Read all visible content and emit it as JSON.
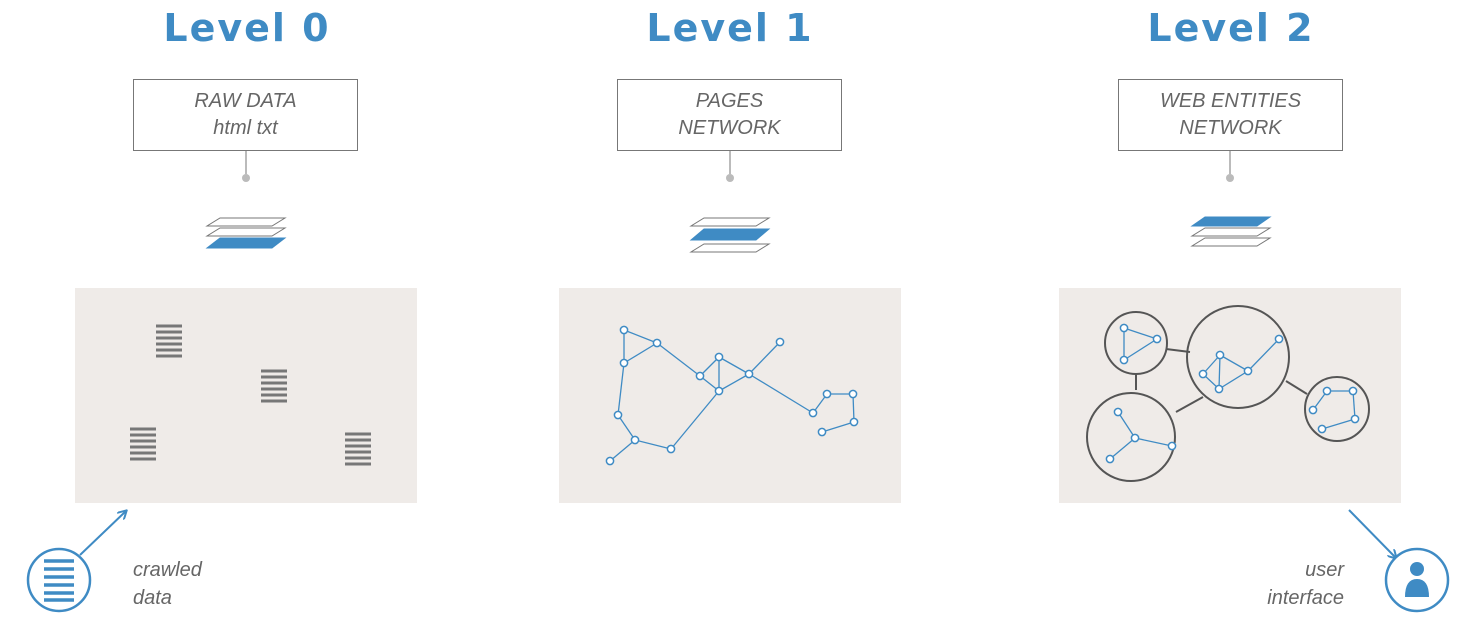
{
  "levels": [
    {
      "title": "Level 0",
      "box_lines": [
        "RAW DATA",
        "html txt"
      ],
      "highlight_layer": "bottom"
    },
    {
      "title": "Level 1",
      "box_lines": [
        "PAGES",
        "NETWORK"
      ],
      "highlight_layer": "middle"
    },
    {
      "title": "Level 2",
      "box_lines": [
        "WEB ENTITIES",
        "NETWORK"
      ],
      "highlight_layer": "top"
    }
  ],
  "input": {
    "lines": [
      "crawled",
      "data"
    ]
  },
  "output": {
    "lines": [
      "user",
      "interface"
    ]
  },
  "colors": {
    "accent": "#3f8bc4",
    "panel": "#efebe8",
    "node": "#3f8bc4",
    "circle": "#555555",
    "doc": "#777777"
  }
}
